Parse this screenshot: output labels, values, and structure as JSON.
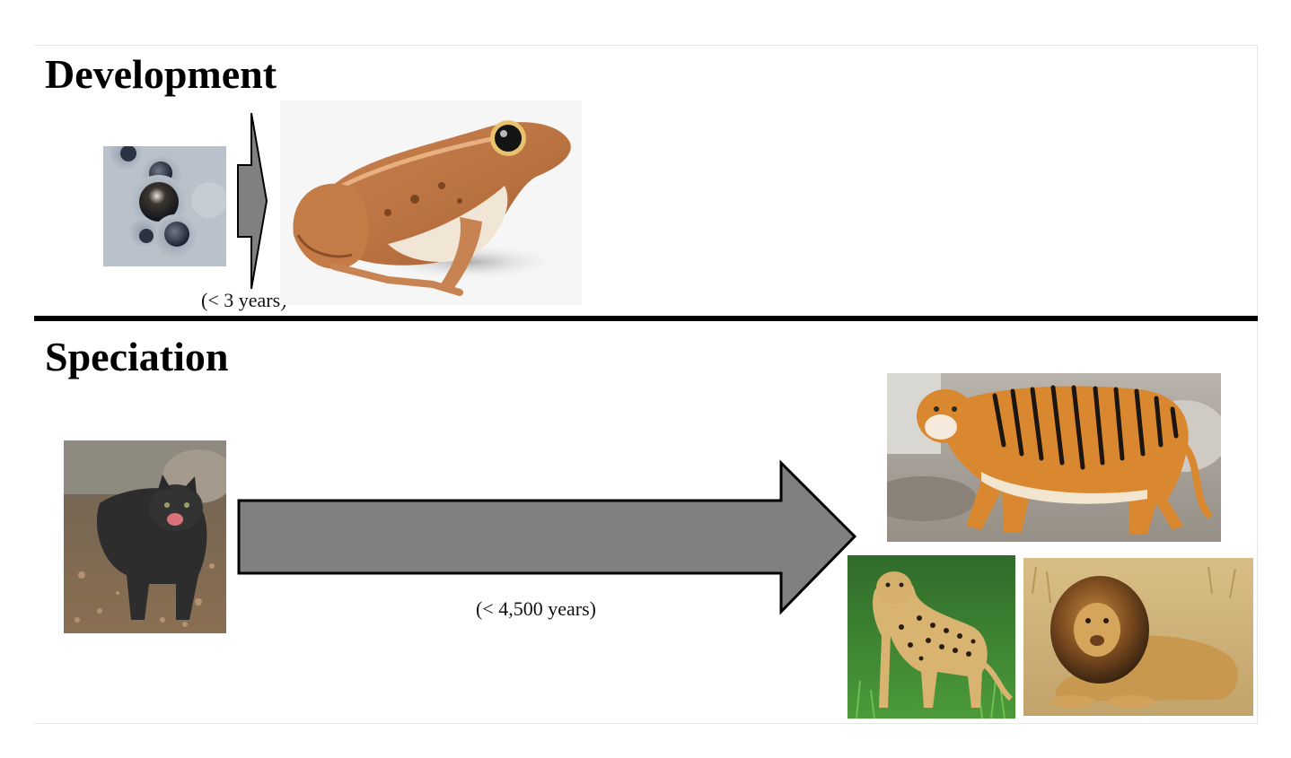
{
  "sections": {
    "development": {
      "title": "Development",
      "duration": "(< 3 years)"
    },
    "speciation": {
      "title": "Speciation",
      "duration": "(< 4,500 years)"
    }
  },
  "colors": {
    "arrow_fill": "#808080",
    "arrow_stroke": "#000000",
    "divider": "#000000"
  },
  "icons": [
    "frog-eggs-photo",
    "frog-photo",
    "jaguarundi-photo",
    "tiger-photo",
    "cheetah-photo",
    "lion-photo"
  ]
}
